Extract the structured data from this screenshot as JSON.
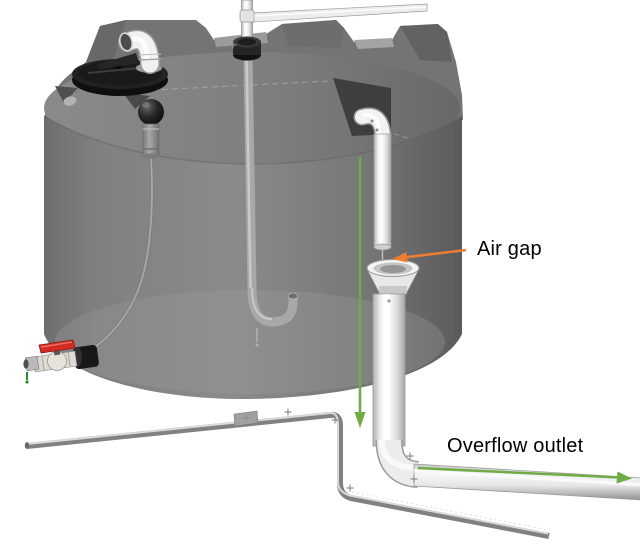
{
  "figure": {
    "background_color": "#ffffff",
    "kind": "3d-plumbing-illustration"
  },
  "labels": {
    "air_gap": "Air gap",
    "overflow_outlet": "Overflow outlet"
  },
  "colors": {
    "annotation_orange": "#ED7D31",
    "annotation_green": "#6FAC46",
    "label_text": "#000000",
    "tank_gray": "#7d7d7d",
    "tank_top_gray": "#747474",
    "recess_dark": "#3e3e3e",
    "lid_black": "#1a1a1a",
    "pipe_white": "#f2f2f2",
    "pipe_outline": "#9a9a9a",
    "thin_pipe_gray": "#818181",
    "valve_handle_red": "#D22B26",
    "drip_green": "#2F8B2F"
  },
  "components": {
    "tank": "storage-tank",
    "lid": "tank-lid",
    "vent": "vent-elbow",
    "float": "float-ball",
    "fill_pipe": "top-fill-pipe",
    "suction_pipe": "internal-j-pipe",
    "overflow_pipe": "overflow-down-pipe",
    "funnel": "air-gap-funnel",
    "outlet_pipe": "overflow-outlet-pipe",
    "valve": "drain-ball-valve",
    "drain_line": "thin-drain-line"
  }
}
